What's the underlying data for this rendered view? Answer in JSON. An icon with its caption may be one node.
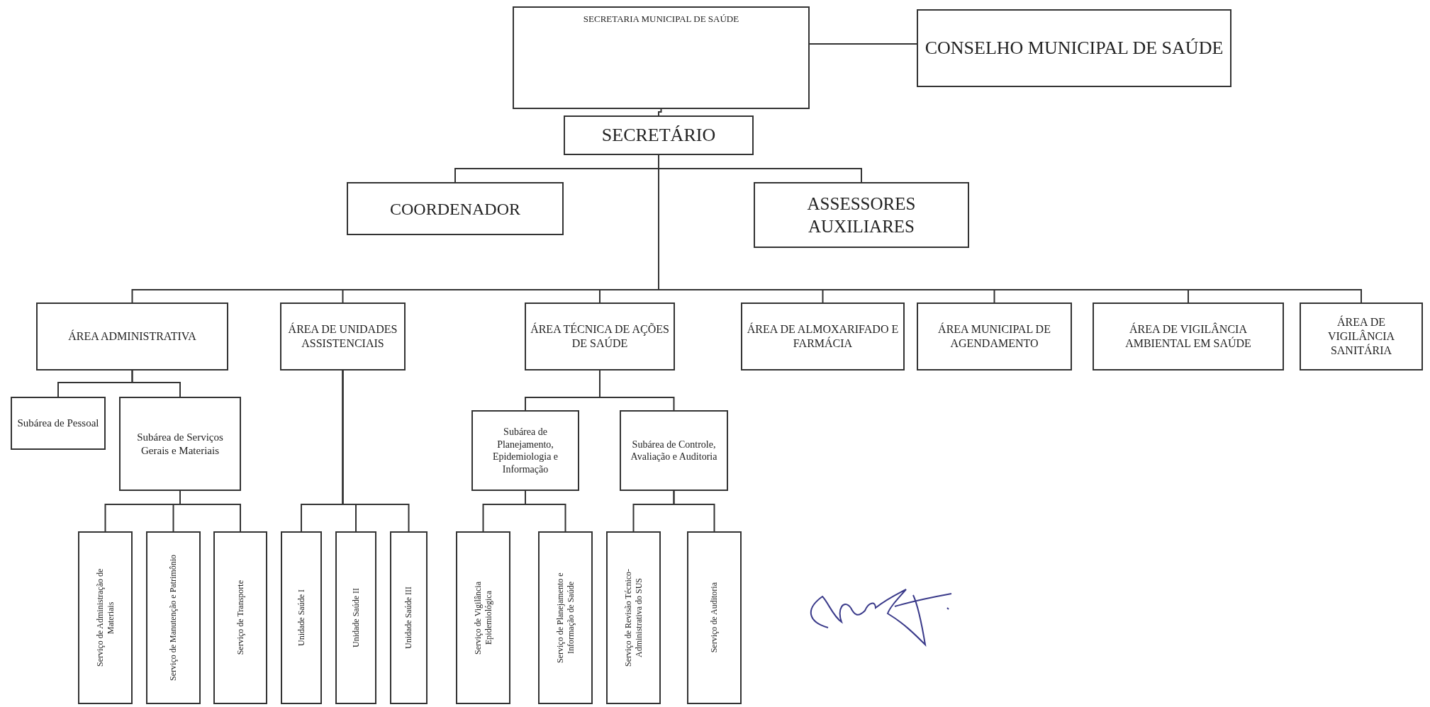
{
  "diagram": {
    "nodes": [
      {
        "text": [
          "SECRETARIA MUNICIPAL DE SAÚDE"
        ]
      },
      {
        "text": [
          "CONSELHO MUNICIPAL DE SAÚDE"
        ]
      },
      {
        "text": [
          "SECRETÁRIO"
        ]
      },
      {
        "text": [
          "COORDENADOR"
        ]
      },
      {
        "text": [
          "ASSESSORES AUXILIARES"
        ]
      },
      {
        "text": [
          "ÁREA ADMINISTRATIVA"
        ]
      },
      {
        "text": [
          "ÁREA DE UNIDADES ASSISTENCIAIS"
        ]
      },
      {
        "text": [
          "ÁREA TÉCNICA DE AÇÕES DE SAÚDE"
        ]
      },
      {
        "text": [
          "ÁREA DE ALMOXARIFADO E FARMÁCIA"
        ]
      },
      {
        "text": [
          "ÁREA MUNICIPAL DE AGENDAMENTO"
        ]
      },
      {
        "text": [
          "ÁREA DE VIGILÂNCIA AMBIENTAL EM SAÚDE"
        ]
      },
      {
        "text": [
          "ÁREA DE VIGILÂNCIA SANITÁRIA"
        ]
      },
      {
        "text": [
          "Subárea de Pessoal"
        ]
      },
      {
        "text": [
          "Subárea de Serviços Gerais e Materiais"
        ]
      },
      {
        "text": [
          "Subárea de Planejamento, Epidemiologia e Informação"
        ]
      },
      {
        "text": [
          "Subárea de Controle, Avaliação e Auditoria"
        ]
      },
      {
        "text": [
          "Serviço de Administração de Materiais"
        ]
      },
      {
        "text": [
          "Serviço de Manutenção e Patrimônio"
        ]
      },
      {
        "text": [
          "Serviço de Transporte"
        ]
      },
      {
        "text": [
          "Unidade Saúde I"
        ]
      },
      {
        "text": [
          "Unidade Saúde II"
        ]
      },
      {
        "text": [
          "Unidade Saúde III"
        ]
      },
      {
        "text": [
          "Serviço de Vigilância Epidemiológica"
        ]
      },
      {
        "text": [
          "Serviço de Planejamento e Informação de Saúde"
        ]
      },
      {
        "text": [
          "Serviço de Revisão Técnico-Administrativa do SUS"
        ]
      },
      {
        "text": [
          "Serviço de Auditoria"
        ]
      }
    ],
    "edges": [
      {
        "from": 0,
        "to": 1,
        "arrow": "none"
      },
      {
        "from": 0,
        "to": 2,
        "arrow": "none"
      },
      {
        "from": 2,
        "to": 3,
        "arrow": "none"
      },
      {
        "from": 2,
        "to": 4,
        "arrow": "none"
      },
      {
        "from": 2,
        "to": 5,
        "arrow": "none"
      },
      {
        "from": 2,
        "to": 6,
        "arrow": "none"
      },
      {
        "from": 2,
        "to": 7,
        "arrow": "none"
      },
      {
        "from": 2,
        "to": 8,
        "arrow": "none"
      },
      {
        "from": 2,
        "to": 9,
        "arrow": "none"
      },
      {
        "from": 2,
        "to": 10,
        "arrow": "none"
      },
      {
        "from": 2,
        "to": 11,
        "arrow": "none"
      },
      {
        "from": 5,
        "to": 12,
        "arrow": "none"
      },
      {
        "from": 5,
        "to": 13,
        "arrow": "none"
      },
      {
        "from": 7,
        "to": 14,
        "arrow": "none"
      },
      {
        "from": 7,
        "to": 15,
        "arrow": "none"
      },
      {
        "from": 13,
        "to": 16,
        "arrow": "none"
      },
      {
        "from": 13,
        "to": 17,
        "arrow": "none"
      },
      {
        "from": 13,
        "to": 18,
        "arrow": "none"
      },
      {
        "from": 6,
        "to": 19,
        "arrow": "none"
      },
      {
        "from": 6,
        "to": 20,
        "arrow": "none"
      },
      {
        "from": 6,
        "to": 21,
        "arrow": "none"
      },
      {
        "from": 14,
        "to": 22,
        "arrow": "none"
      },
      {
        "from": 14,
        "to": 23,
        "arrow": "none"
      },
      {
        "from": 15,
        "to": 24,
        "arrow": "none"
      },
      {
        "from": 15,
        "to": 25,
        "arrow": "none"
      }
    ]
  }
}
